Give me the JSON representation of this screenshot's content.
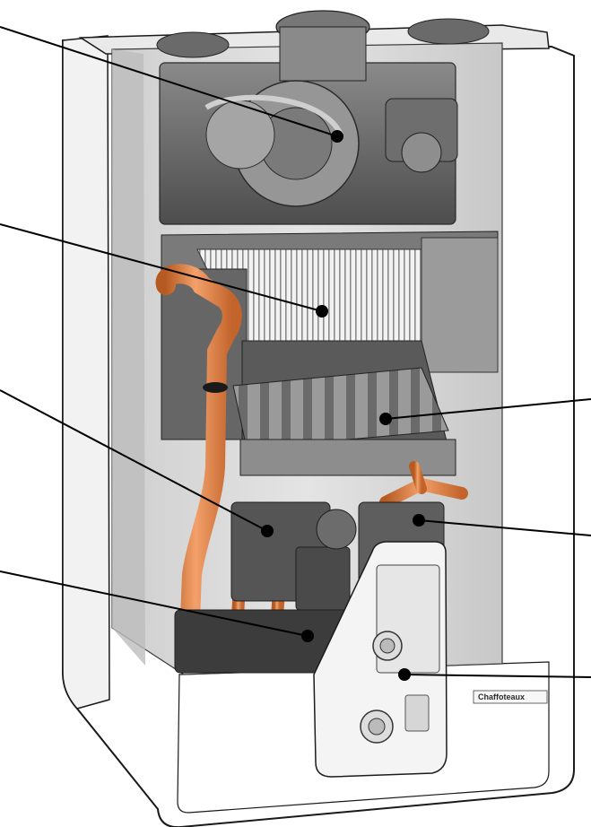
{
  "brand": {
    "label": "Chaffoteaux"
  },
  "colors": {
    "casing": "#ffffff",
    "casing_edge": "#1a1a1a",
    "cavity": "#dcdcdc",
    "metal_dark": "#4b4b4b",
    "metal_mid": "#7d7d7d",
    "metal_light": "#b4b4b4",
    "copper": "#e07a3a",
    "copper_dark": "#b65a22",
    "leader": "#000000"
  },
  "callouts": [
    {
      "id": "fan"
    },
    {
      "id": "heat-exchanger"
    },
    {
      "id": "burner"
    },
    {
      "id": "gas-valve"
    },
    {
      "id": "pump"
    },
    {
      "id": "hydraulic-block"
    },
    {
      "id": "control-panel"
    }
  ]
}
